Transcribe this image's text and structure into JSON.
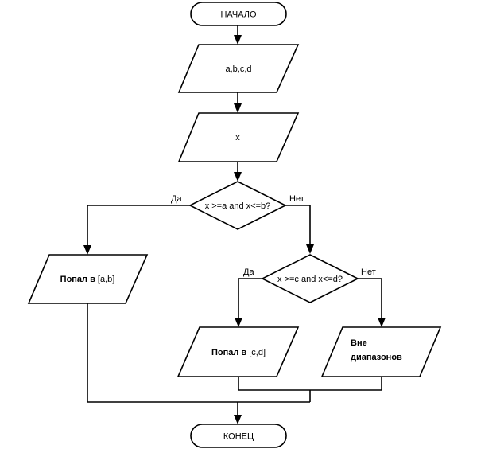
{
  "flowchart": {
    "start": "НАЧАЛО",
    "input_abcd": "a,b,c,d",
    "input_x": "x",
    "decision1": "x >=a and x<=b?",
    "decision1_yes": "Да",
    "decision1_no": "Нет",
    "output_ab_bold": "Попал в",
    "output_ab_range": " [a,b]",
    "decision2": "x >=c and x<=d?",
    "decision2_yes": "Да",
    "decision2_no": "Нет",
    "output_cd_bold": "Попал в",
    "output_cd_range": " [c,d]",
    "output_out_line1": "Вне",
    "output_out_line2": "диапазонов",
    "end": "КОНЕЦ"
  }
}
